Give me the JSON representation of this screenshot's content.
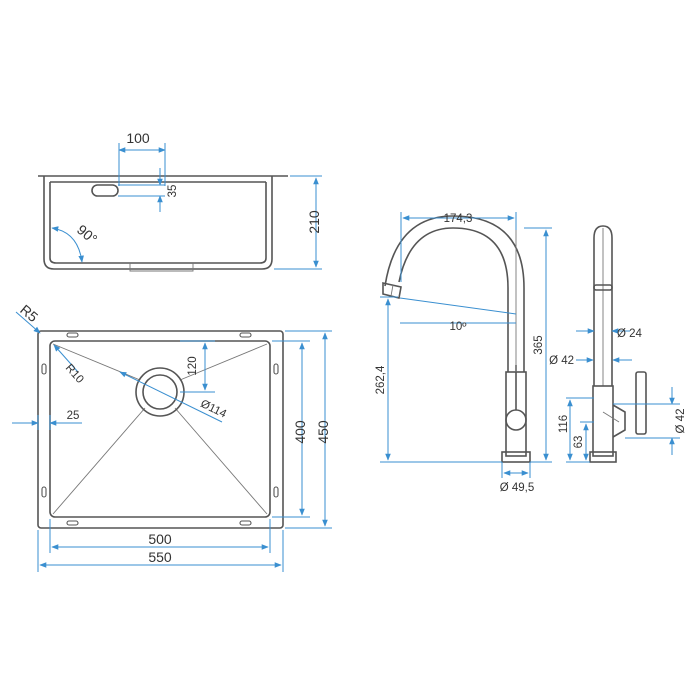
{
  "colors": {
    "dimension": "#3a8fd0",
    "outline": "#555555",
    "text": "#333333"
  },
  "sink_side": {
    "hole_width": "100",
    "hole_height": "35",
    "angle": "90°",
    "depth": "210"
  },
  "sink_top": {
    "outer_radius": "R5",
    "inner_radius": "R10",
    "rim": "25",
    "drain_offset": "120",
    "drain_diameter": "Ø114",
    "inner_depth": "400",
    "outer_depth": "450",
    "inner_width": "500",
    "outer_width": "550"
  },
  "faucet_front": {
    "spout_reach": "174,3",
    "spout_angle": "10º",
    "total_height": "365",
    "spout_height": "262,4",
    "base_diameter": "Ø 49,5"
  },
  "faucet_side": {
    "spout_diameter": "Ø 24",
    "body_diameter": "Ø 42",
    "handle_diameter": "Ø 42",
    "handle_height": "116",
    "handle_base": "63"
  }
}
